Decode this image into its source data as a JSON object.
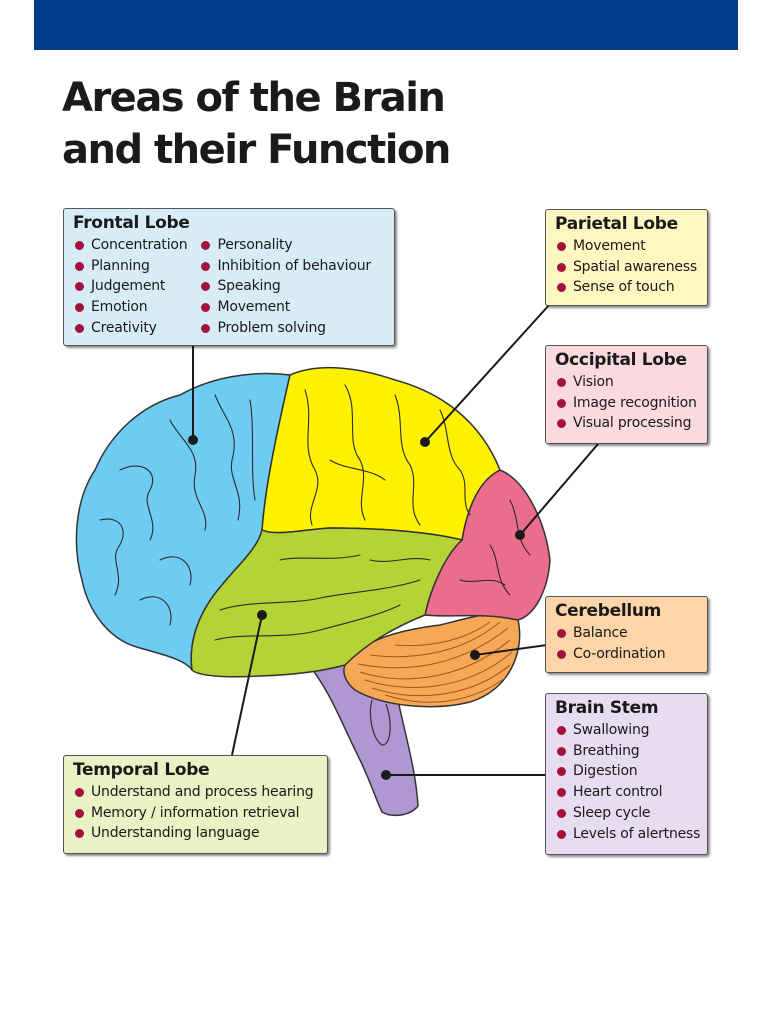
{
  "colors": {
    "header_bar": "#003b8e",
    "frontal": "#6ecbf2",
    "parietal": "#fff200",
    "occipital": "#ec6c8c",
    "temporal": "#b5d334",
    "cerebellum": "#f7a856",
    "brain_stem": "#b196d4",
    "bullet": "#a3123a",
    "box_frontal": "#d8ecf8",
    "box_parietal": "#fff7c2",
    "box_occipital": "#fbd9e1",
    "box_cerebellum": "#fcd6a8",
    "box_brain_stem": "#e7dcf1",
    "box_temporal": "#e8f2c4"
  },
  "title": {
    "line1": "Areas of the Brain",
    "line2": "and their Function"
  },
  "regions": {
    "frontal": {
      "name": "Frontal Lobe",
      "col1": [
        "Concentration",
        "Planning",
        "Judgement",
        "Emotion",
        "Creativity"
      ],
      "col2": [
        "Personality",
        "Inhibition of behaviour",
        "Speaking",
        "Movement",
        "Problem solving"
      ]
    },
    "parietal": {
      "name": "Parietal Lobe",
      "items": [
        "Movement",
        "Spatial awareness",
        "Sense of touch"
      ]
    },
    "occipital": {
      "name": "Occipital Lobe",
      "items": [
        "Vision",
        "Image recognition",
        "Visual processing"
      ]
    },
    "cerebellum": {
      "name": "Cerebellum",
      "items": [
        "Balance",
        "Co-ordination"
      ]
    },
    "brain_stem": {
      "name": "Brain Stem",
      "items": [
        "Swallowing",
        "Breathing",
        "Digestion",
        "Heart control",
        "Sleep cycle",
        "Levels of alertness"
      ]
    },
    "temporal": {
      "name": "Temporal Lobe",
      "items": [
        "Understand and process hearing",
        "Memory / information retrieval",
        "Understanding language"
      ]
    }
  }
}
